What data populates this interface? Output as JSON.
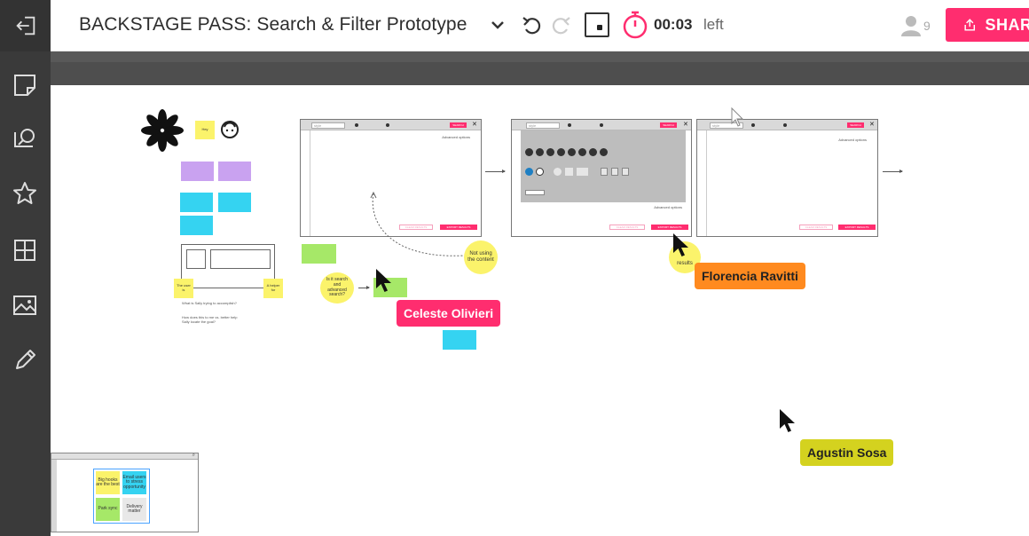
{
  "header": {
    "title": "BACKSTAGE PASS: Search & Filter Prototype",
    "timer": "00:03",
    "timer_suffix": "left",
    "participants": "9",
    "share_label": "SHARE"
  },
  "colors": {
    "accent": "#ff2d6f",
    "sidebar": "#3a3a3a",
    "sticky_yellow": "#fbf36b",
    "sticky_purple": "#c9a2f0",
    "sticky_blue": "#35d3f1",
    "sticky_green": "#a6e868"
  },
  "sidebar": {
    "items": [
      {
        "icon": "exit-icon"
      },
      {
        "icon": "sticky-note-icon"
      },
      {
        "icon": "search-comment-icon"
      },
      {
        "icon": "star-icon"
      },
      {
        "icon": "grid-icon"
      },
      {
        "icon": "image-icon"
      },
      {
        "icon": "pencil-icon"
      }
    ]
  },
  "collaborators": [
    {
      "name": "Celeste Olivieri",
      "color": "#ff2d6f"
    },
    {
      "name": "Florencia Ravitti",
      "color": "#ff8a1f"
    },
    {
      "name": "Agustin Sosa",
      "color": "#d4d21f"
    }
  ],
  "canvas": {
    "circles": {
      "c1": "Not using the content",
      "c2": "Is it search and advanced search?",
      "c3": "results"
    },
    "sticky_labels": {
      "s_yellow_top": "Hey",
      "s_left": "The user is",
      "s_right": "A helper for",
      "s_lower_text": "What is Sally trying to accomplish?",
      "s_lower_text2": "How does this to me vs. better help Sally locate the goal?"
    },
    "frame1": {
      "search_placeholder": "style",
      "search_button": "SEARCH",
      "link": "Advanced options",
      "btn_clear": "CLEAR RESULTS",
      "btn_export": "EXPORT RESULTS"
    },
    "frame2": {
      "search_placeholder": "style",
      "search_button": "SEARCH",
      "link": "Advanced options",
      "btn_clear": "CLEAR RESULTS",
      "btn_export": "EXPORT RESULTS"
    },
    "frame3": {
      "search_placeholder": "style",
      "search_button": "SEARCH",
      "link": "Advanced options",
      "btn_clear": "CLEAR RESULTS",
      "btn_export": "EXPORT RESULTS"
    }
  },
  "minimap": {
    "stickies": [
      "Big hooks are the best",
      "Email users to stress opportunity",
      "Park sync",
      "Delivery matter"
    ]
  }
}
